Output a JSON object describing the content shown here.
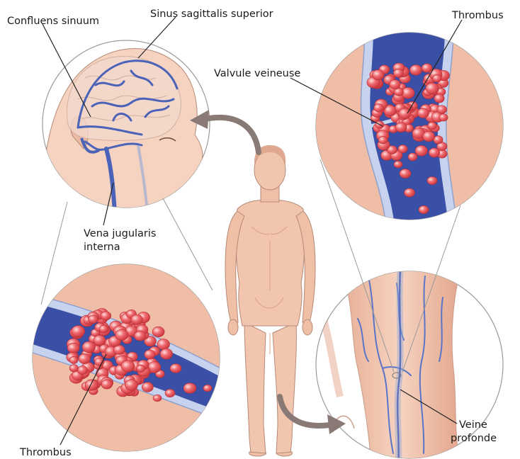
{
  "labels": {
    "confluens_sinuum": "Confluens sinuum",
    "sinus_sagittalis_superior": "Sinus sagittalis superior",
    "thrombus_top": "Thrombus",
    "valvule_veineuse": "Valvule veineuse",
    "vena_jugularis_line1": "Vena jugularis",
    "vena_jugularis_line2": "interna",
    "thrombus_bottom": "Thrombus",
    "veine_profonde_line1": "Veine",
    "veine_profonde_line2": "profonde"
  },
  "colors": {
    "skin": "#f2c5ae",
    "skin_shadow": "#d9a088",
    "vein_blue": "#3a4fa6",
    "vein_light": "#8fa6d8",
    "clot_red": "#e6484f",
    "clot_highlight": "#fbb3b3",
    "arrow_gray": "#8a7a76",
    "circle_stroke": "#999999"
  }
}
